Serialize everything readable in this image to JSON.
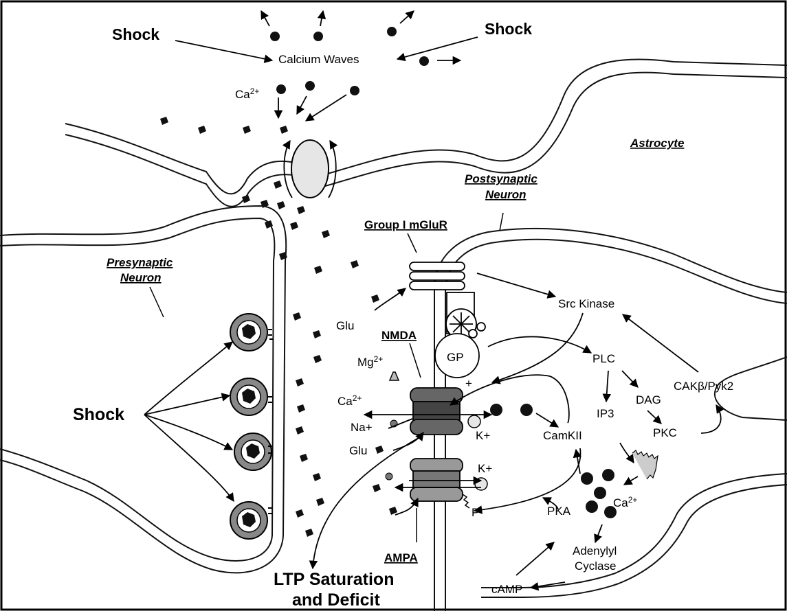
{
  "labels": {
    "shock_top_left": "Shock",
    "shock_top_right": "Shock",
    "calcium_waves": "Calcium Waves",
    "ca_top": "Ca",
    "ca_top_sup": "2+",
    "astrocyte": "Astrocyte",
    "postsynaptic": [
      "Postsynaptic",
      "Neuron"
    ],
    "presynaptic": [
      "Presynaptic",
      "Neuron"
    ],
    "group1_mglur": "Group I mGluR",
    "glu_upper": "Glu",
    "nmda": "NMDA",
    "mg": "Mg",
    "mg_sup": "2+",
    "ca_mid": "Ca",
    "ca_mid_sup": "2+",
    "na": "Na+",
    "glu_lower": "Glu",
    "shock_left": "Shock",
    "k_plus_1": "K+",
    "k_plus_2": "K+",
    "plus": "+",
    "gp": "GP",
    "src_kinase": "Src Kinase",
    "plc": "PLC",
    "dag": "DAG",
    "ip3": "IP3",
    "pkc": "PKC",
    "cak": "CAKβ/Pyk2",
    "camkii": "CamKII",
    "ca_right": "Ca",
    "ca_right_sup": "2+",
    "pka": "PKA",
    "p": "P",
    "adenylyl": [
      "Adenylyl",
      "Cyclase"
    ],
    "camp": "cAMP",
    "ampa": "AMPA",
    "ltp": [
      "LTP Saturation",
      "and Deficit"
    ]
  }
}
